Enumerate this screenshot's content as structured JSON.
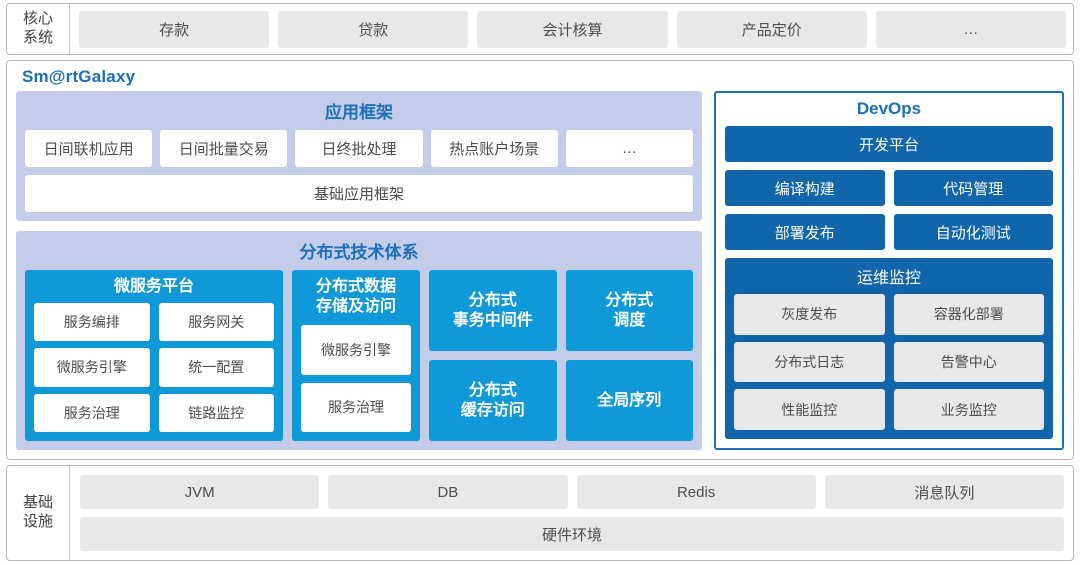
{
  "core_system": {
    "label": "核心\n系统",
    "label_line1": "核心",
    "label_line2": "系统",
    "items": [
      {
        "label": "存款"
      },
      {
        "label": "贷款"
      },
      {
        "label": "会计核算"
      },
      {
        "label": "产品定价"
      },
      {
        "label": "…"
      }
    ]
  },
  "galaxy": {
    "title": "Sm@rtGalaxy",
    "app_framework": {
      "title": "应用框架",
      "items": [
        {
          "label": "日间联机应用"
        },
        {
          "label": "日间批量交易"
        },
        {
          "label": "日终批处理"
        },
        {
          "label": "热点账户场景"
        },
        {
          "label": "…"
        }
      ],
      "base": "基础应用框架"
    },
    "distributed": {
      "title": "分布式技术体系",
      "microservice_platform": {
        "title": "微服务平台",
        "items": [
          {
            "label": "服务编排"
          },
          {
            "label": "服务网关"
          },
          {
            "label": "微服务引擎"
          },
          {
            "label": "统一配置"
          },
          {
            "label": "服务治理"
          },
          {
            "label": "链路监控"
          }
        ]
      },
      "data_storage": {
        "title": "分布式数据\n存储及访问",
        "title_line1": "分布式数据",
        "title_line2": "存储及访问",
        "items": [
          {
            "label": "微服务引擎"
          },
          {
            "label": "服务治理"
          }
        ]
      },
      "boxes": [
        {
          "line1": "分布式",
          "line2": "事务中间件"
        },
        {
          "line1": "分布式",
          "line2": "缓存访问"
        },
        {
          "line1": "分布式",
          "line2": "调度"
        },
        {
          "line1": "全局序列",
          "line2": ""
        }
      ]
    },
    "devops": {
      "title": "DevOps",
      "platform": "开发平台",
      "rows": [
        [
          {
            "label": "编译构建"
          },
          {
            "label": "代码管理"
          }
        ],
        [
          {
            "label": "部署发布"
          },
          {
            "label": "自动化测试"
          }
        ]
      ],
      "ops_monitor": {
        "title": "运维监控",
        "items": [
          {
            "label": "灰度发布"
          },
          {
            "label": "容器化部署"
          },
          {
            "label": "分布式日志"
          },
          {
            "label": "告警中心"
          },
          {
            "label": "性能监控"
          },
          {
            "label": "业务监控"
          }
        ]
      }
    }
  },
  "infrastructure": {
    "label_line1": "基础",
    "label_line2": "设施",
    "items": [
      {
        "label": "JVM"
      },
      {
        "label": "DB"
      },
      {
        "label": "Redis"
      },
      {
        "label": "消息队列"
      }
    ],
    "hardware": "硬件环境"
  },
  "colors": {
    "accent_blue": "#1c6fba",
    "bright_blue": "#1099d8",
    "dark_blue": "#1166ab",
    "panel_lavender": "#c3cde9",
    "chip_grey": "#e8e8e8",
    "border_grey": "#b9b9bd"
  }
}
